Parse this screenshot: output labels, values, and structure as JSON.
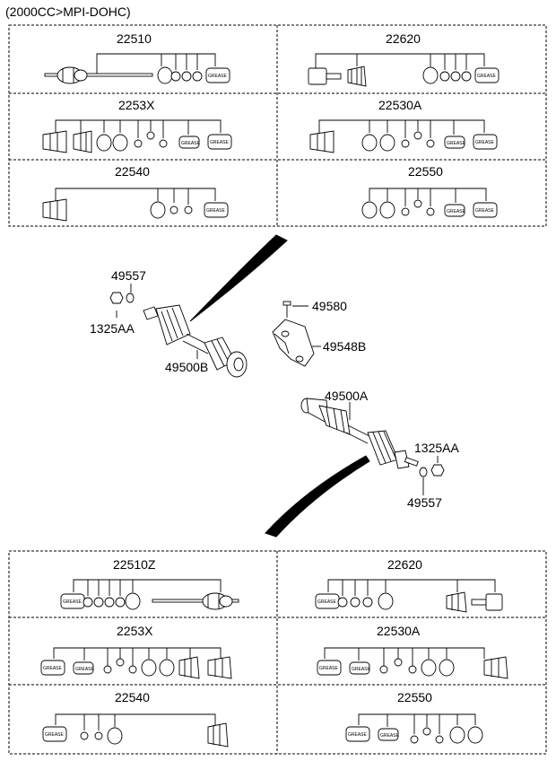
{
  "header": {
    "title": "(2000CC>MPI-DOHC)"
  },
  "top_kits": [
    {
      "code": "22510"
    },
    {
      "code": "22620"
    },
    {
      "code": "2253X"
    },
    {
      "code": "22530A"
    },
    {
      "code": "22540"
    },
    {
      "code": "22550"
    }
  ],
  "bottom_kits": [
    {
      "code": "22510Z"
    },
    {
      "code": "22620"
    },
    {
      "code": "2253X"
    },
    {
      "code": "22530A"
    },
    {
      "code": "22540"
    },
    {
      "code": "22550"
    }
  ],
  "callouts": {
    "left_nut_washer": "49557",
    "left_nut": "1325AA",
    "left_shaft": "49500B",
    "bolt": "49580",
    "bracket": "49548B",
    "right_shaft": "49500A",
    "right_nut": "1325AA",
    "right_nut_washer": "49557"
  },
  "grease_label": "GREASE",
  "colors": {
    "line": "#000000",
    "background": "#ffffff"
  }
}
